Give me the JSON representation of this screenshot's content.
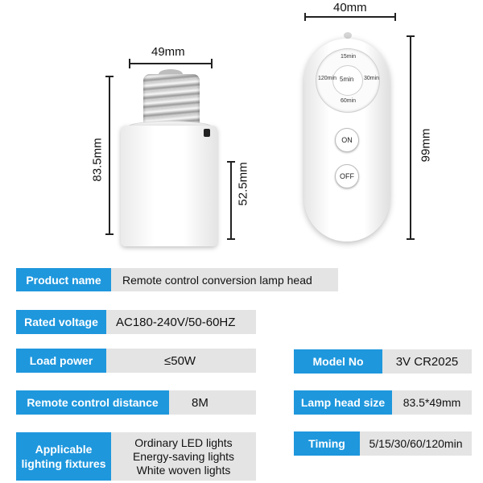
{
  "dimensions": {
    "socket_width": "49mm",
    "socket_height": "83.5mm",
    "socket_body_height": "52.5mm",
    "remote_width": "40mm",
    "remote_height": "99mm"
  },
  "remote": {
    "dial_center": "5min",
    "dial_top": "15min",
    "dial_left": "120min",
    "dial_right": "30min",
    "dial_bottom": "60min",
    "on_label": "ON",
    "off_label": "OFF"
  },
  "colors": {
    "label_bg": "#1e97dd",
    "value_bg": "#e4e4e4"
  },
  "specs": {
    "product_name": {
      "label": "Product name",
      "value": "Remote control conversion lamp head"
    },
    "rated_voltage": {
      "label": "Rated voltage",
      "value": "AC180-240V/50-60HZ"
    },
    "load_power": {
      "label": "Load power",
      "value": "≤50W"
    },
    "model_no": {
      "label": "Model No",
      "value": "3V CR2025"
    },
    "remote_distance": {
      "label": "Remote control distance",
      "value": "8M"
    },
    "lamp_head_size": {
      "label": "Lamp head size",
      "value": "83.5*49mm"
    },
    "timing": {
      "label": "Timing",
      "value": "5/15/30/60/120min"
    },
    "applicable": {
      "label_line1": "Applicable",
      "label_line2": "lighting fixtures",
      "values": [
        "Ordinary LED lights",
        "Energy-saving lights",
        "White woven lights"
      ]
    }
  }
}
